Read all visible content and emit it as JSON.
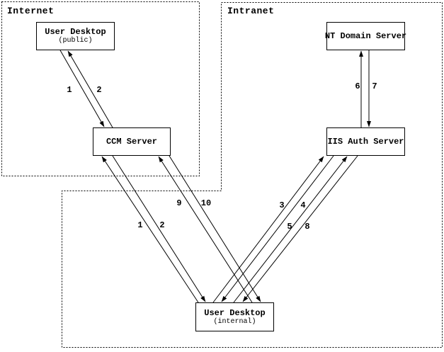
{
  "zones": {
    "internet": {
      "label": "Internet"
    },
    "intranet": {
      "label": "Intranet"
    }
  },
  "nodes": {
    "user_desktop_public": {
      "title": "User Desktop",
      "subtitle": "(public)",
      "zone": "Internet"
    },
    "ccm_server": {
      "title": "CCM Server",
      "zone": "Internet"
    },
    "nt_domain_server": {
      "title": "NT Domain Server",
      "zone": "Intranet"
    },
    "iis_auth_server": {
      "title": "IIS Auth Server",
      "zone": "Intranet"
    },
    "user_desktop_internal": {
      "title": "User Desktop",
      "subtitle": "(internal)",
      "zone": "Intranet"
    }
  },
  "edges": {
    "step1_public": {
      "label": "1",
      "from": "user_desktop_public",
      "to": "ccm_server"
    },
    "step2_public": {
      "label": "2",
      "from": "ccm_server",
      "to": "user_desktop_public"
    },
    "step1_internal": {
      "label": "1",
      "from": "user_desktop_internal",
      "to": "ccm_server"
    },
    "step2_internal": {
      "label": "2",
      "from": "ccm_server",
      "to": "user_desktop_internal"
    },
    "step3": {
      "label": "3",
      "from": "user_desktop_internal",
      "to": "iis_auth_server"
    },
    "step4": {
      "label": "4",
      "from": "iis_auth_server",
      "to": "user_desktop_internal"
    },
    "step5": {
      "label": "5",
      "from": "user_desktop_internal",
      "to": "iis_auth_server"
    },
    "step6": {
      "label": "6",
      "from": "iis_auth_server",
      "to": "nt_domain_server"
    },
    "step7": {
      "label": "7",
      "from": "nt_domain_server",
      "to": "iis_auth_server"
    },
    "step8": {
      "label": "8",
      "from": "iis_auth_server",
      "to": "user_desktop_internal"
    },
    "step9": {
      "label": "9",
      "from": "user_desktop_internal",
      "to": "ccm_server"
    },
    "step10": {
      "label": "10",
      "from": "ccm_server",
      "to": "user_desktop_internal"
    }
  },
  "colors": {
    "background": "#ffffff",
    "line": "#000000",
    "text": "#000000"
  }
}
